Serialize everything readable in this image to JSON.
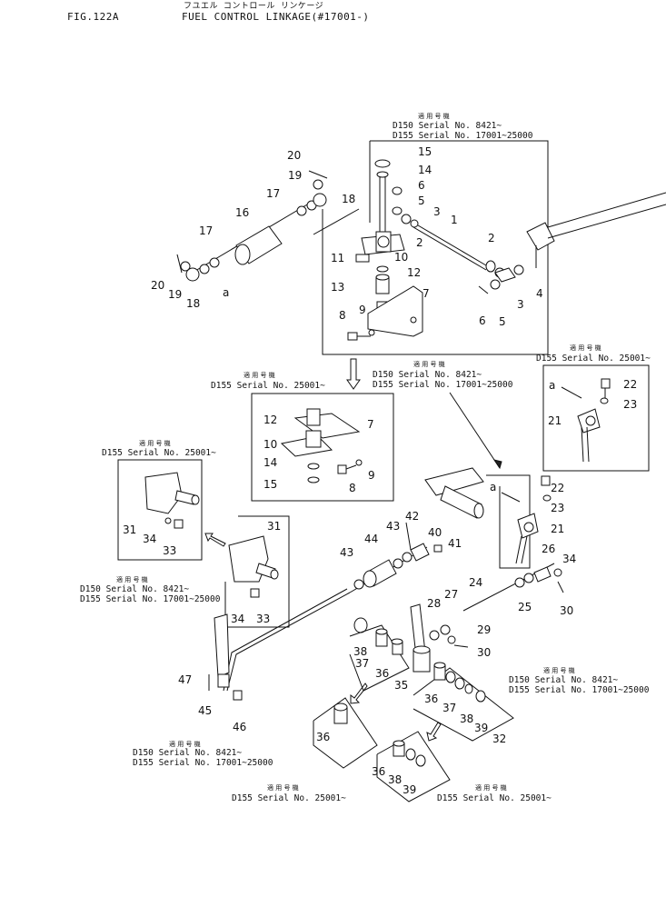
{
  "header": {
    "fig": "FIG.122A",
    "title_jp": "フユエル コントロール リンケージ",
    "title_en": "FUEL CONTROL LINKAGE(#17001-)"
  },
  "applicability_label_jp": "適 用 号 機",
  "serial_notes": {
    "top": [
      "D150  Serial No. 8421~",
      "D155  Serial No. 17001~25000"
    ],
    "mid_left": [
      "D155  Serial No. 25001~"
    ],
    "mid_center": [
      "D150  Serial No. 8421~",
      "D155  Serial No. 17001~25000"
    ],
    "right_box": [
      "D155  Serial No. 25001~"
    ],
    "left_box": [
      "D155  Serial No. 25001~"
    ],
    "left_lower": [
      "D150  Serial No. 8421~",
      "D155  Serial No. 17001~25000"
    ],
    "right_lower": [
      "D150  Serial No. 8421~",
      "D155  Serial No. 17001~25000"
    ],
    "bottom_left": [
      "D150  Serial No. 8421~",
      "D155  Serial No. 17001~25000"
    ],
    "bottom_mid": [
      "D155  Serial No. 25001~"
    ],
    "bottom_right": [
      "D155  Serial No. 25001~"
    ]
  },
  "callouts": {
    "top": [
      "15",
      "14",
      "6",
      "5",
      "3",
      "2",
      "1",
      "20",
      "19",
      "18",
      "17",
      "16",
      "17",
      "20",
      "19",
      "18",
      "10",
      "11",
      "12",
      "13",
      "7",
      "8",
      "9",
      "2",
      "4",
      "3",
      "5",
      "6"
    ],
    "mid_box": [
      "12",
      "7",
      "10",
      "14",
      "15",
      "9",
      "8"
    ],
    "right_box": [
      "22",
      "23",
      "21"
    ],
    "left_box": [
      "31",
      "34",
      "33"
    ],
    "lower": [
      "42",
      "43",
      "44",
      "40",
      "41",
      "43",
      "31",
      "34",
      "33",
      "22",
      "23",
      "21",
      "26",
      "34",
      "24",
      "25",
      "30",
      "27",
      "28",
      "29",
      "30",
      "38",
      "37",
      "36",
      "35",
      "47",
      "45",
      "46",
      "36",
      "37",
      "38",
      "39",
      "32",
      "36",
      "36",
      "38",
      "39"
    ]
  },
  "marker_a": "a"
}
